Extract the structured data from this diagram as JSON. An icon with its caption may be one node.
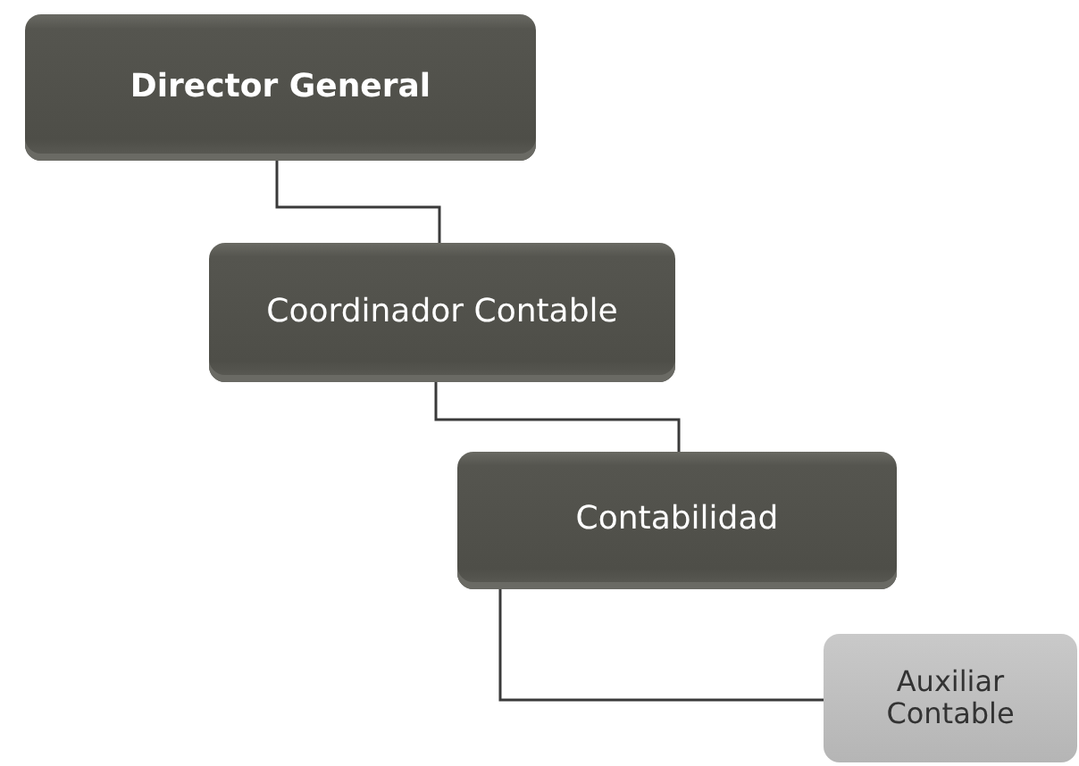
{
  "diagram": {
    "nodes": [
      {
        "text": [
          "Director General"
        ]
      },
      {
        "text": [
          "Coordinador Contable"
        ]
      },
      {
        "text": [
          "Contabilidad"
        ]
      },
      {
        "text": [
          "Auxiliar Contable"
        ]
      }
    ],
    "edges": [
      {
        "from": 0,
        "to": 1,
        "arrow": "none"
      },
      {
        "from": 1,
        "to": 2,
        "arrow": "none"
      },
      {
        "from": 2,
        "to": 3,
        "arrow": "none"
      }
    ]
  }
}
